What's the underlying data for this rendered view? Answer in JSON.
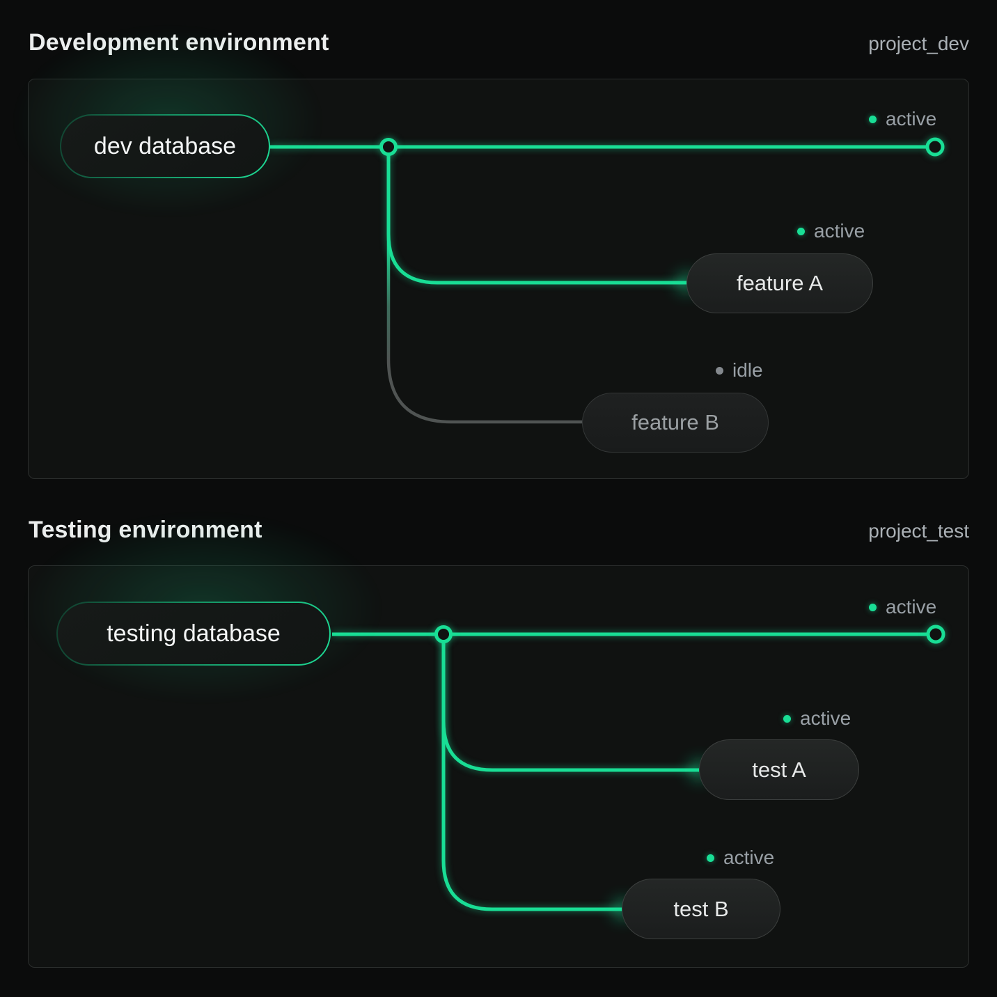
{
  "colors": {
    "accent_green": "#19DE95",
    "idle_gray": "#84898E",
    "status_text_gray": "#99A0A6",
    "page_background": "#0B0C0C",
    "panel_background": "#101211"
  },
  "sections": [
    {
      "title": "Development environment",
      "project_id": "project_dev",
      "root_branch": {
        "label": "dev database"
      },
      "main_line": {
        "status": "active"
      },
      "branches": [
        {
          "label": "feature A",
          "status": "active"
        },
        {
          "label": "feature B",
          "status": "idle"
        }
      ]
    },
    {
      "title": "Testing environment",
      "project_id": "project_test",
      "root_branch": {
        "label": "testing database"
      },
      "main_line": {
        "status": "active"
      },
      "branches": [
        {
          "label": "test A",
          "status": "active"
        },
        {
          "label": "test B",
          "status": "active"
        }
      ]
    }
  ]
}
